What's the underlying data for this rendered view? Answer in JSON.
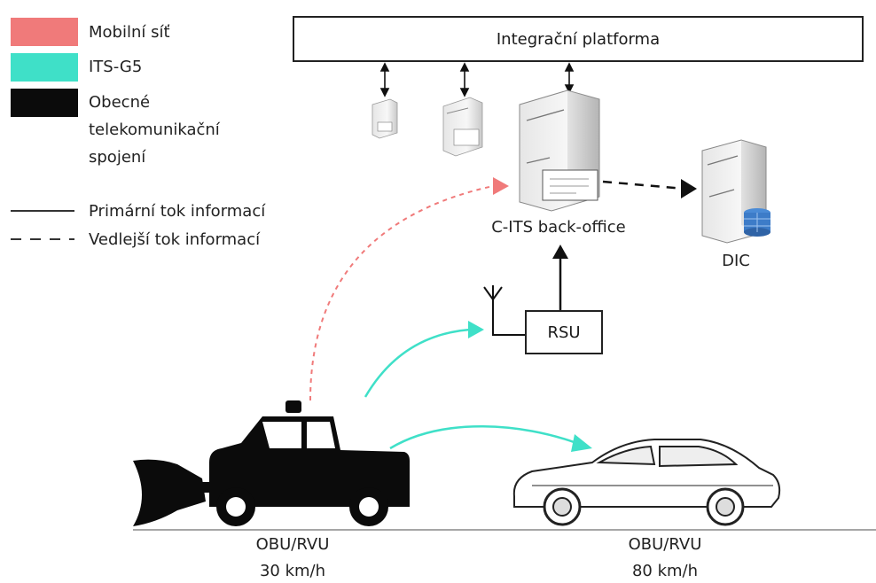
{
  "legend": {
    "items": [
      {
        "label": "Mobilní síť",
        "color": "#f07a7a"
      },
      {
        "label": "ITS-G5",
        "color": "#3fe0c8"
      },
      {
        "label_lines": [
          "Obecné",
          "telekomunikační",
          "spojení"
        ],
        "color": "#0b0b0b"
      }
    ],
    "lines": [
      {
        "label": "Primární tok informací",
        "style": "solid"
      },
      {
        "label": "Vedlejší tok informací",
        "style": "dashed"
      }
    ]
  },
  "platform": {
    "label": "Integrační platforma"
  },
  "backoffice": {
    "label": "C-ITS back-office"
  },
  "dic": {
    "label": "DIC"
  },
  "rsu": {
    "label": "RSU"
  },
  "vehicles": [
    {
      "name": "snowplow",
      "type_label": "OBU/RVU",
      "speed_label": "30 km/h"
    },
    {
      "name": "car",
      "type_label": "OBU/RVU",
      "speed_label": "80 km/h"
    }
  ],
  "colors": {
    "mobile": "#f07a7a",
    "itsg5": "#3fe0c8",
    "wired": "#0b0b0b"
  }
}
